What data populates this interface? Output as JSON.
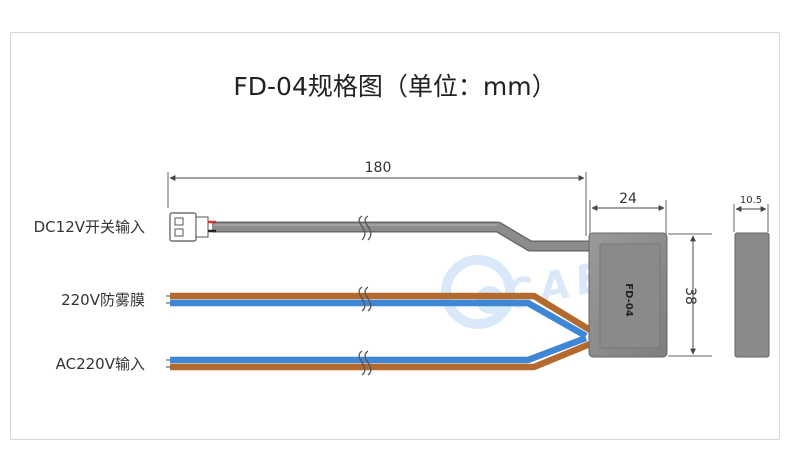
{
  "title": "FD-04规格图（单位：mm）",
  "labels": {
    "dc_input": "DC12V开关输入",
    "fog_film": "220V防雾膜",
    "ac_input": "AC220V输入"
  },
  "dimensions": {
    "cable_length": "180",
    "box_width": "24",
    "box_height": "38",
    "box_thickness": "10.5"
  },
  "device_label": "FD-04",
  "watermark": "CAEA",
  "colors": {
    "gray_cable": "#8a8a8a",
    "brown_wire": "#b46a2e",
    "blue_wire": "#3e86d6",
    "box_fill": "#8e8e8e",
    "watermark": "#d4e6f8"
  }
}
